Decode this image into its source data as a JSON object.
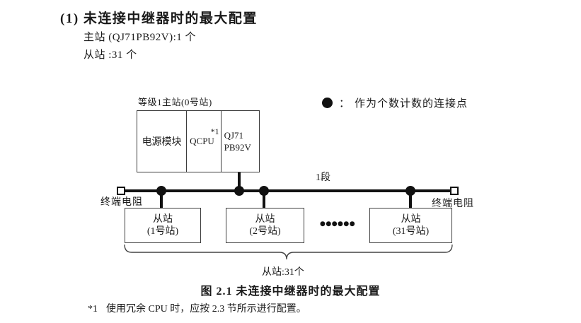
{
  "colors": {
    "ink": "#1a1a1a",
    "line": "#111111",
    "box_border": "#3c3c3c",
    "background": "#ffffff"
  },
  "header": {
    "heading": "(1) 未连接中继器时的最大配置",
    "lines": [
      "主站 (QJ71PB92V):1 个",
      "从站 :31 个"
    ]
  },
  "legend": {
    "colon": "：",
    "text": "作为个数计数的连接点"
  },
  "master": {
    "label": "等级1主站(0号站)",
    "power_module": "电源模块",
    "cpu": "QCPU",
    "cpu_footnote_ref": "*1",
    "module_line1": "QJ71",
    "module_line2": "PB92V"
  },
  "bus": {
    "segment_label": "1段",
    "terminator_left_label": "终端电阻",
    "terminator_right_label": "终端电阻"
  },
  "slaves": {
    "s1": {
      "line1": "从站",
      "line2": "(1号站)"
    },
    "s2": {
      "line1": "从站",
      "line2": "(2号站)"
    },
    "s31": {
      "line1": "从站",
      "line2": "(31号站)"
    },
    "ellipsis": "●●●●●●",
    "count_label": "从站:31个"
  },
  "caption": "图 2.1 未连接中继器时的最大配置",
  "footnote": {
    "marker": "*1",
    "text": "使用冗余 CPU 时，应按 2.3 节所示进行配置。"
  }
}
